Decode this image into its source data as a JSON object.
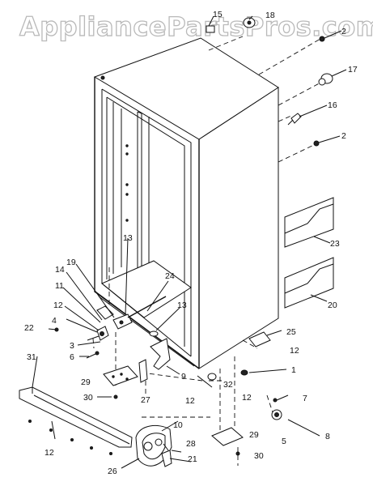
{
  "watermark": "AppliancePartsPros.com",
  "callouts": [
    "15",
    "18",
    "2",
    "17",
    "16",
    "2",
    "23",
    "20",
    "13",
    "19",
    "14",
    "11",
    "12",
    "24",
    "13",
    "4",
    "22",
    "3",
    "6",
    "25",
    "12",
    "1",
    "9",
    "32",
    "12",
    "12",
    "29",
    "27",
    "7",
    "31",
    "30",
    "10",
    "28",
    "21",
    "29",
    "30",
    "5",
    "8",
    "12",
    "26"
  ]
}
